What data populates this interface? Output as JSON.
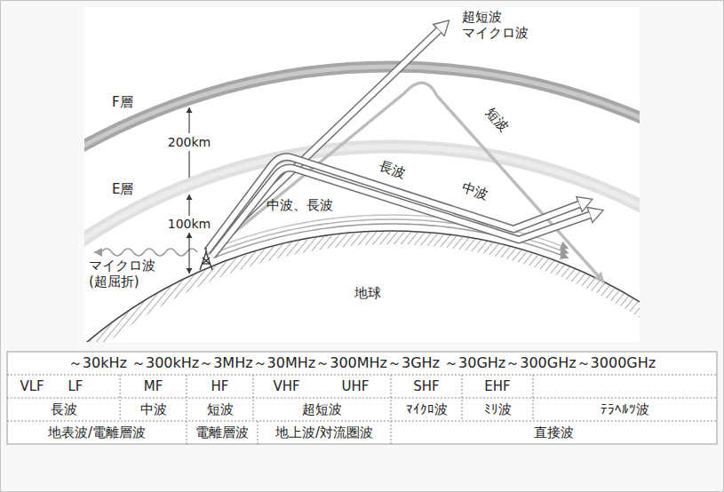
{
  "diagram": {
    "labels": [
      "超短波 マイクロ波",
      "F層",
      "200km",
      "E層",
      "100km",
      "中波、長波",
      "短波",
      "中波",
      "長波",
      "マイクロ波 (超屈折)",
      "地球",
      "～30kHz ～300kHz～3MHz～30MHz～300MHz～3GHz ～30GHz～300GHz～3000GHz",
      "VLF",
      "LF",
      "MF",
      "HF",
      "VHF",
      "UHF",
      "SHF",
      "EHF",
      "長波",
      "中波",
      "短波",
      "超短波",
      "ﾏｲｸﾛ波",
      "ﾐﾘ波",
      "ﾃﾗﾍﾙﾂ波",
      "地表波/電離層波",
      "電離層波",
      "地上波/対流圏波",
      "直接波"
    ]
  }
}
